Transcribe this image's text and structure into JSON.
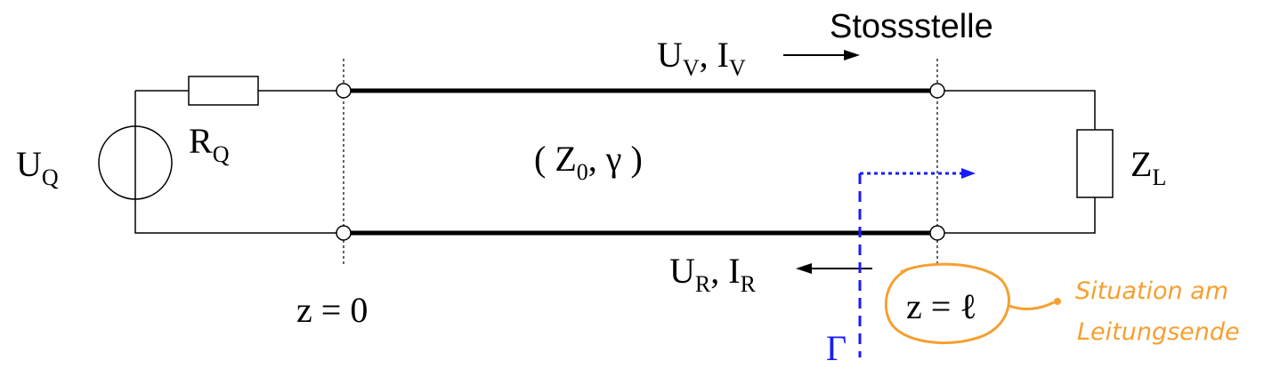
{
  "labels": {
    "source_voltage": "U",
    "source_voltage_sub": "Q",
    "source_resistance": "R",
    "source_resistance_sub": "Q",
    "line_params_open": "( Z",
    "line_params_sub": "0",
    "line_params_close": ", γ )",
    "load": "Z",
    "load_sub": "L",
    "forward_wave": "U",
    "forward_wave_sub1": "V",
    "forward_wave_mid": ", I",
    "forward_wave_sub2": "V",
    "reflected_wave": "U",
    "reflected_wave_sub1": "R",
    "reflected_wave_mid": ", I",
    "reflected_wave_sub2": "R",
    "discontinuity": "Stossstelle",
    "z_start": "z = 0",
    "z_end": "z = ℓ",
    "reflection_coefficient": "Γ"
  },
  "annotation": {
    "line1": "Situation am",
    "line2": "Leitungsende"
  },
  "colors": {
    "circuit": "#000000",
    "reflection": "#1a1aff",
    "annotation": "#f5a030"
  }
}
